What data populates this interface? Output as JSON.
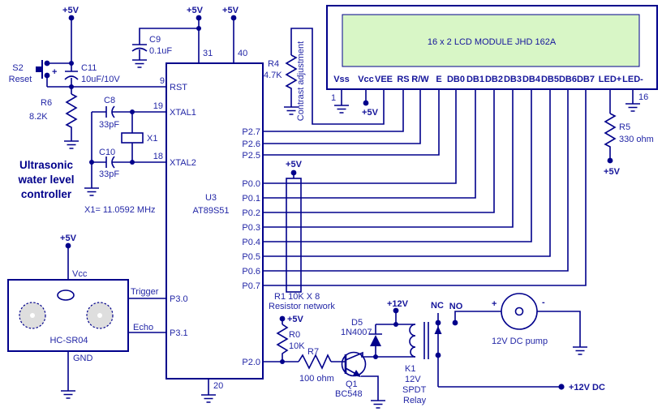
{
  "title": {
    "l1": "Ultrasonic",
    "l2": "water level",
    "l3": "controller"
  },
  "power": {
    "v5": "+5V",
    "v12": "+12V",
    "v12dc": "+12V DC",
    "plus": "+",
    "minus": "-"
  },
  "mcu": {
    "ref": "U3",
    "part": "AT89S51",
    "pins": {
      "rst": "RST",
      "xtal1": "XTAL1",
      "xtal2": "XTAL2",
      "p30": "P3.0",
      "p31": "P3.1",
      "p27": "P2.7",
      "p26": "P2.6",
      "p25": "P2.5",
      "p00": "P0.0",
      "p01": "P0.1",
      "p02": "P0.2",
      "p03": "P0.3",
      "p04": "P0.4",
      "p05": "P0.5",
      "p06": "P0.6",
      "p07": "P0.7",
      "p20": "P2.0"
    },
    "nums": {
      "n9": "9",
      "n19": "19",
      "n18": "18",
      "n20": "20",
      "n31": "31",
      "n40": "40"
    }
  },
  "lcd": {
    "screen": "16 x 2 LCD MODULE  JHD  162A",
    "pin1": "1",
    "pin16": "16",
    "pins": [
      "Vss",
      "Vcc",
      "VEE",
      "RS",
      "R/W",
      "E",
      "DB0",
      "DB1",
      "DB2",
      "DB3",
      "DB4",
      "DB5",
      "DB6",
      "DB7",
      "LED+",
      "LED-"
    ],
    "screen_color": "#D8F6C6"
  },
  "parts": {
    "s2": {
      "ref": "S2",
      "val": "Reset"
    },
    "c11": {
      "ref": "C11",
      "val": "10uF/10V"
    },
    "c9": {
      "ref": "C9",
      "val": "0.1uF"
    },
    "c8": {
      "ref": "C8",
      "val": "33pF"
    },
    "c10": {
      "ref": "C10",
      "val": "33pF"
    },
    "x1": {
      "ref": "X1",
      "note": "X1= 11.0592 MHz"
    },
    "r6": {
      "ref": "R6",
      "val": "8.2K"
    },
    "r4": {
      "ref": "R4",
      "val": "4.7K",
      "note": "Contrast adjustment"
    },
    "r5": {
      "ref": "R5",
      "val": "330 ohm"
    },
    "r1": {
      "ref": "R1  10K X 8",
      "note": "Resistor network"
    },
    "r0": {
      "ref": "R0",
      "val": "10K"
    },
    "r7": {
      "ref": "R7",
      "val": "100 ohm"
    },
    "q1": {
      "ref": "Q1",
      "val": "BC548"
    },
    "d5": {
      "ref": "D5",
      "val": "1N4007"
    },
    "k1": {
      "ref": "K1",
      "l1": "12V",
      "l2": "SPDT",
      "l3": "Relay"
    }
  },
  "sensor": {
    "name": "HC-SR04",
    "vcc": "Vcc",
    "trig": "Trigger",
    "echo": "Echo",
    "gnd": "GND"
  },
  "contacts": {
    "nc": "NC",
    "no": "NO"
  },
  "pump": {
    "label": "12V DC pump"
  },
  "colors": {
    "wire": "#00008B",
    "text": "#2226A6",
    "lcd_screen": "#D8F6C6"
  }
}
